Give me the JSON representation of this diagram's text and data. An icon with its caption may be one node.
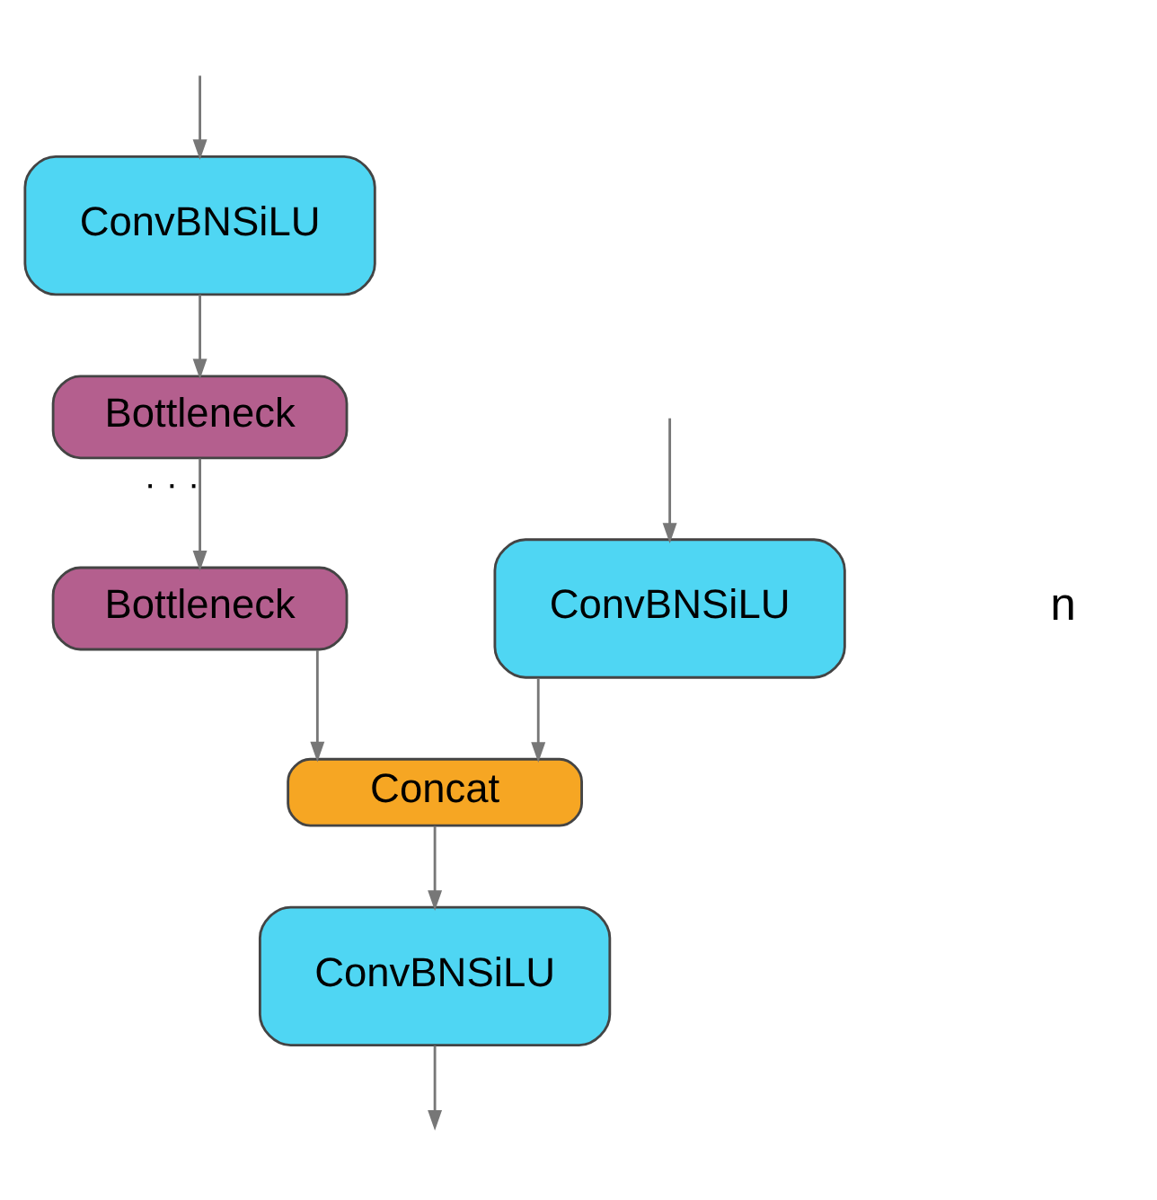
{
  "diagram": {
    "nodes": [
      {
        "text": [
          "ConvBNSiLU"
        ]
      },
      {
        "text": [
          "ConvBNSiLU"
        ]
      },
      {
        "text": [
          "Bottleneck"
        ]
      },
      {
        "text": [
          "Bottleneck"
        ]
      },
      {
        "text": [
          "Concat"
        ]
      },
      {
        "text": [
          "ConvBNSiLU"
        ]
      }
    ],
    "edges": [
      {
        "from": null,
        "to": 0,
        "arrow": "to"
      },
      {
        "from": null,
        "to": 1,
        "arrow": "to"
      },
      {
        "from": 0,
        "to": 4,
        "arrow": "to"
      },
      {
        "from": 1,
        "to": 2,
        "arrow": "to"
      },
      {
        "from": 2,
        "to": 3,
        "arrow": "to",
        "label": "· · ·"
      },
      {
        "from": 3,
        "to": 4,
        "arrow": "to"
      },
      {
        "from": 4,
        "to": 5,
        "arrow": "to"
      },
      {
        "from": 5,
        "to": null,
        "arrow": "to"
      }
    ],
    "labels": [
      "n"
    ]
  }
}
